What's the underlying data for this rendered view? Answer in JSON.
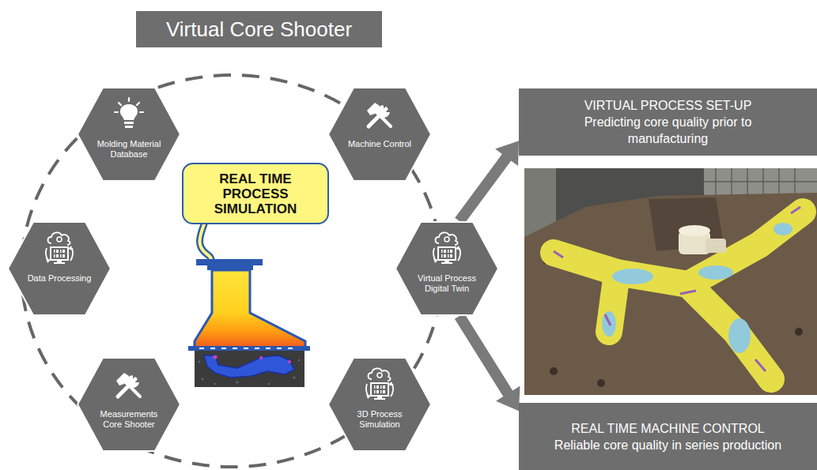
{
  "diagram": {
    "title": "Virtual Core Shooter",
    "nodes": [
      {
        "text": [
          "Molding Material Database"
        ]
      },
      {
        "text": [
          "Machine Control"
        ]
      },
      {
        "text": [
          "REAL TIME PROCESS SIMULATION"
        ]
      },
      {
        "text": [
          "VIRTUAL PROCESS SET-UP",
          "Predicting core quality prior to manufacturing"
        ]
      },
      {
        "text": [
          "Data Processing"
        ]
      },
      {
        "text": [
          "Virtual Process Digital Twin"
        ]
      },
      {
        "text": [
          "Measurements Core Shooter"
        ]
      },
      {
        "text": [
          "3D Process Simulation"
        ]
      },
      {
        "text": [
          "REAL TIME MACHINE CONTROL",
          "Reliable core quality in series production"
        ]
      }
    ],
    "edges": [
      {
        "from": 5,
        "to": 3,
        "arrow": "to"
      },
      {
        "from": 5,
        "to": 8,
        "arrow": "to"
      }
    ]
  }
}
